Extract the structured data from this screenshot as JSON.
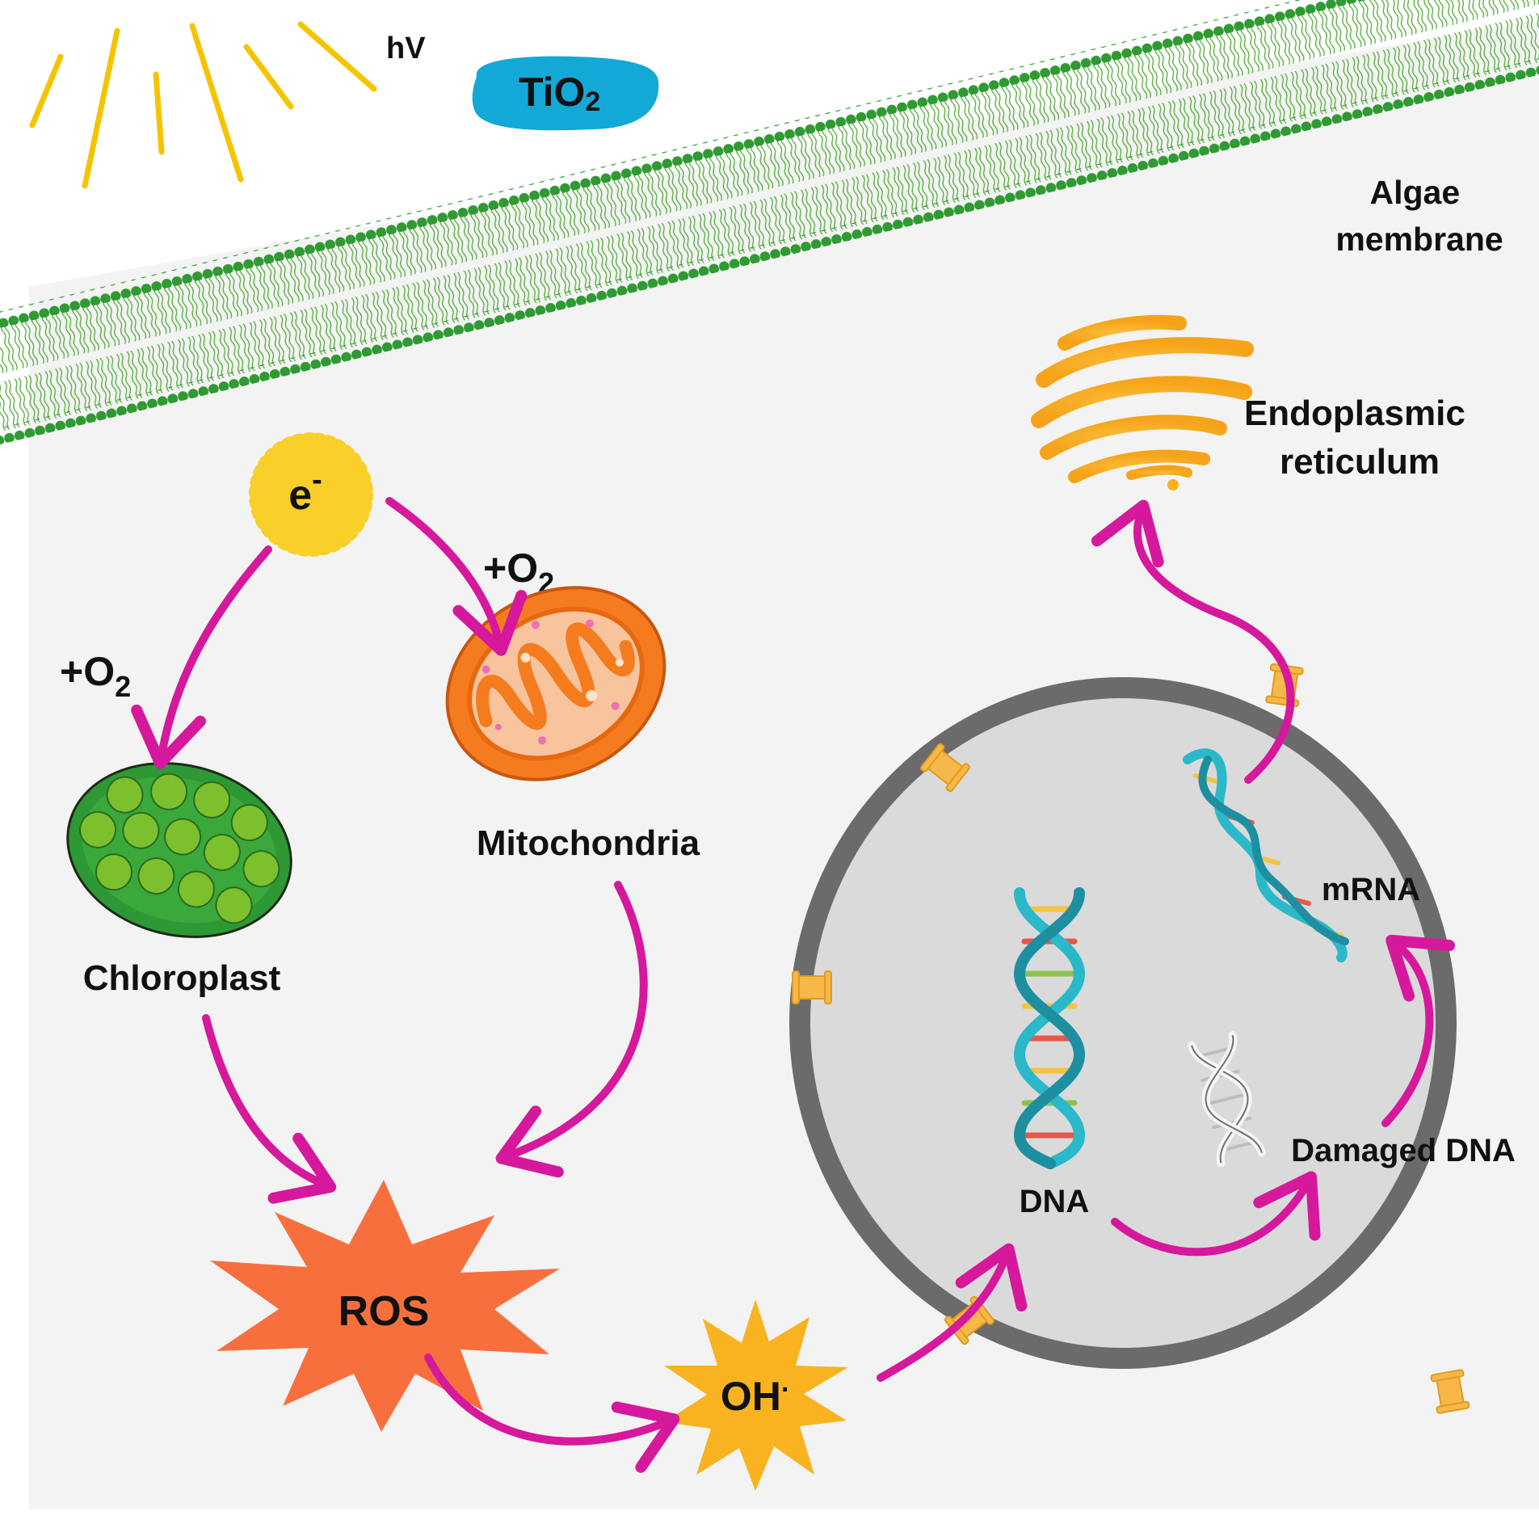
{
  "labels": {
    "light": "hV",
    "tio2_main": "TiO",
    "tio2_sub": "2",
    "membrane_line1": "Algae",
    "membrane_line2": "membrane",
    "electron": "e",
    "electron_sup": "-",
    "o2_left_main": "+O",
    "o2_left_sub": "2",
    "o2_right_main": "+O",
    "o2_right_sub": "2",
    "mitochondria": "Mitochondria",
    "chloroplast": "Chloroplast",
    "ros": "ROS",
    "oh": "OH",
    "oh_dot": "·",
    "dna": "DNA",
    "damaged_dna": "Damaged DNA",
    "mrna": "mRNA",
    "er_line1": "Endoplasmic",
    "er_line2": "reticulum"
  },
  "colors": {
    "background": "#f3f3f3",
    "arrow": "#d6189c",
    "sun_rays": "#f5c400",
    "tio2": "#12a9d6",
    "membrane_head": "#2f9a32",
    "membrane_tail": "#5bb043",
    "electron": "#f9cf2a",
    "chloroplast_outer": "#2e9934",
    "chloroplast_granum": "#7cc02e",
    "mitochondria_outer": "#f47c1f",
    "mitochondria_inner": "#f8c49e",
    "ros": "#f86f3e",
    "oh": "#f9b320",
    "nucleus_fill": "#dadada",
    "nucleus_border": "#6b6b6b",
    "nuclear_pore": "#f7b84a",
    "er": "#f9b022",
    "dna_backbone": "#2bb8c9"
  }
}
